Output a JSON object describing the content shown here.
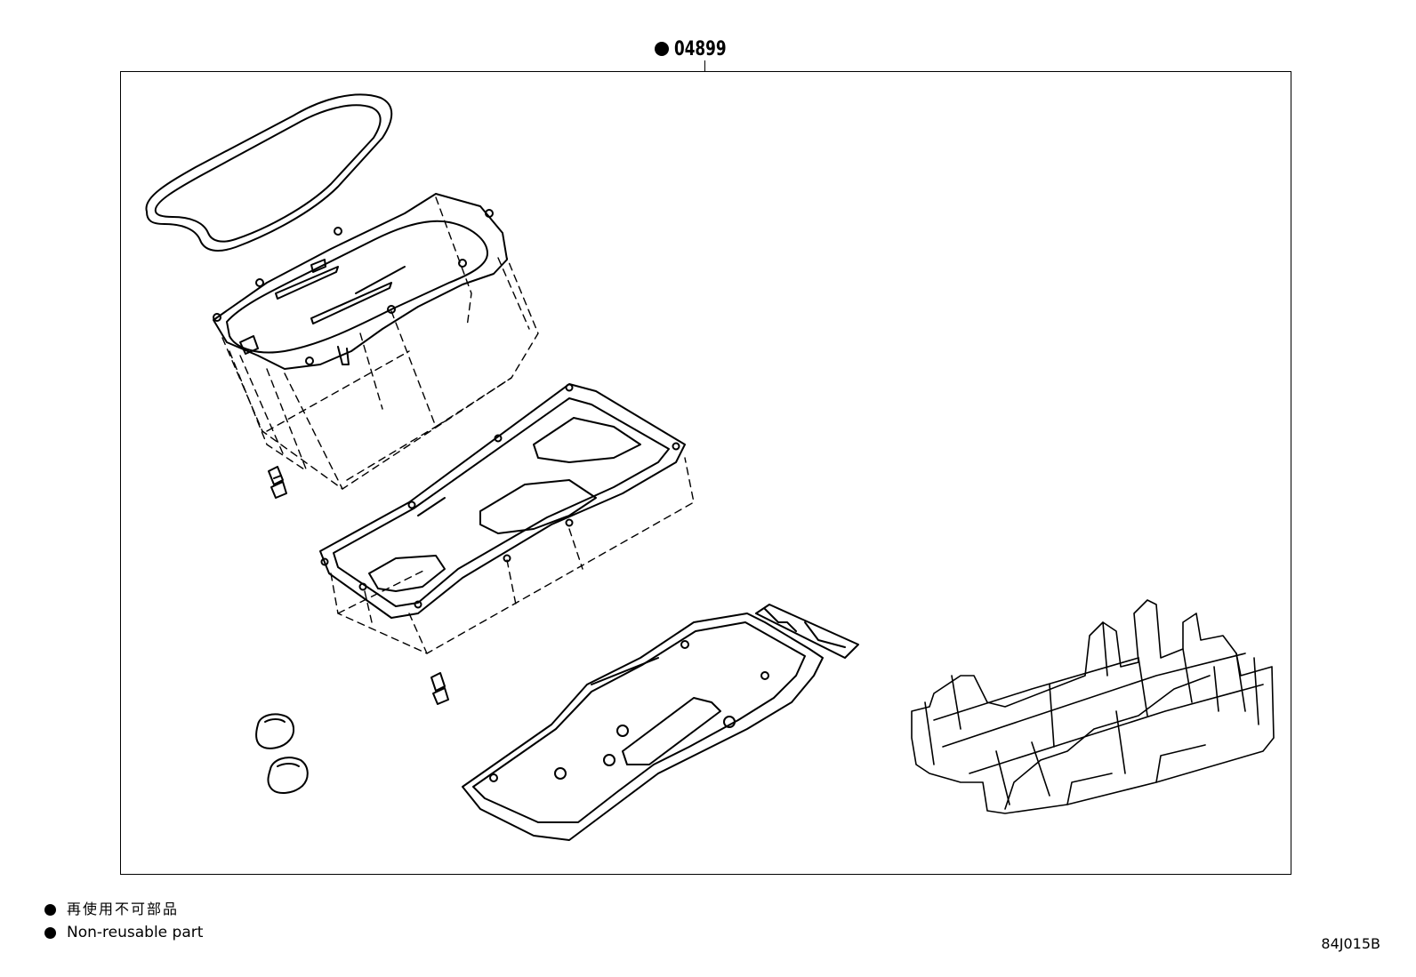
{
  "callout": {
    "part_number": "04899",
    "marker_icon": "filled-circle"
  },
  "legend": {
    "items": [
      {
        "marker_icon": "filled-circle",
        "label": "再使用不可部品"
      },
      {
        "marker_icon": "filled-circle",
        "label": "Non-reusable part"
      }
    ]
  },
  "figure_code": "84J015B",
  "colors": {
    "line": "#000000",
    "background": "#ffffff"
  }
}
